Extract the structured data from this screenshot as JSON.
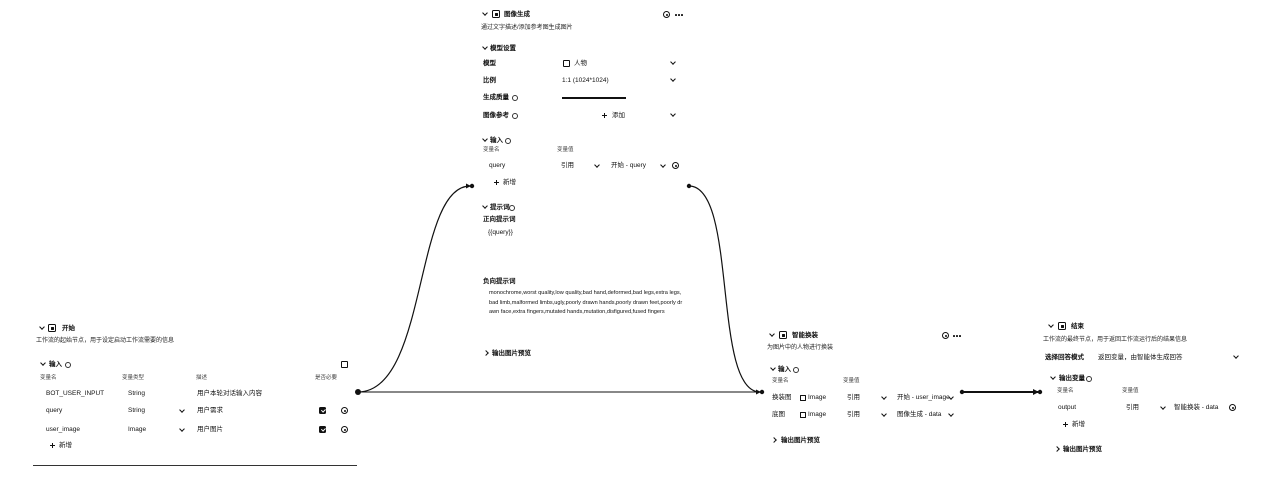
{
  "canvas": {
    "background": "#ffffff",
    "line_color": "#111111"
  },
  "start_node": {
    "icon": "start-node-icon",
    "title": "开始",
    "description": "工作流的起始节点，用于设定启动工作流需要的信息",
    "input_section": "输入",
    "headers": [
      "变量名",
      "变量类型",
      "描述",
      "是否必要"
    ],
    "rows": [
      {
        "name": "BOT_USER_INPUT",
        "type": "String",
        "desc": "用户本轮对话输入内容",
        "required": false
      },
      {
        "name": "query",
        "type": "String",
        "desc": "用户需求",
        "required": true
      },
      {
        "name": "user_image",
        "type": "Image",
        "desc": "用户图片",
        "required": true
      }
    ],
    "add_label": "新增"
  },
  "image_gen_node": {
    "icon": "image-generation-icon",
    "title": "图像生成",
    "description": "通过文字描述/添加参考图生成图片",
    "model_section": "模型设置",
    "model_label": "模型",
    "model_value": "人物",
    "ratio_label": "比例",
    "ratio_value": "1:1 (1024*1024)",
    "quality_label": "生成质量",
    "reference_label": "图像参考",
    "reference_value": "添加",
    "input_section": "输入",
    "headers": [
      "变量名",
      "变量值"
    ],
    "input_rows": [
      {
        "name": "query",
        "source": "引用",
        "value": "开始 - query"
      }
    ],
    "add_label": "新增",
    "prompt_section": "提示词",
    "positive_label": "正向提示词",
    "positive_value": "{{query}}",
    "negative_label": "负向提示词",
    "negative_value": "monochrome,worst quality,low quality,bad hand,deformed,bad legs,extra legs,bad limb,malformed limbs,ugly,poorly drawn hands,poorly drawn feet,poorly drawn face,extra fingers,mutated hands,mutation,disfigured,fused fingers",
    "output_preview": "输出图片预览"
  },
  "merge_node": {
    "icon": "outfit-change-icon",
    "title": "智能换装",
    "description": "为图片中的人物进行换装",
    "input_section": "输入",
    "headers": [
      "变量名",
      "变量值"
    ],
    "rows": [
      {
        "name": "换装图",
        "type": "Image",
        "source": "引用",
        "value": "开始 - user_image"
      },
      {
        "name": "底图",
        "type": "Image",
        "source": "引用",
        "value": "图像生成 - data"
      }
    ],
    "output_preview": "输出图片预览"
  },
  "end_node": {
    "icon": "end-node-icon",
    "title": "结束",
    "description": "工作流的最终节点，用于返回工作流运行后的结果信息",
    "answer_mode_label": "选择回答模式",
    "answer_mode_value": "返回变量，由智能体生成回答",
    "output_section": "输出变量",
    "headers": [
      "变量名",
      "变量值"
    ],
    "rows": [
      {
        "name": "output",
        "source": "引用",
        "value": "智能换装 - data"
      }
    ],
    "add_label": "新增",
    "output_preview": "输出图片预览"
  }
}
